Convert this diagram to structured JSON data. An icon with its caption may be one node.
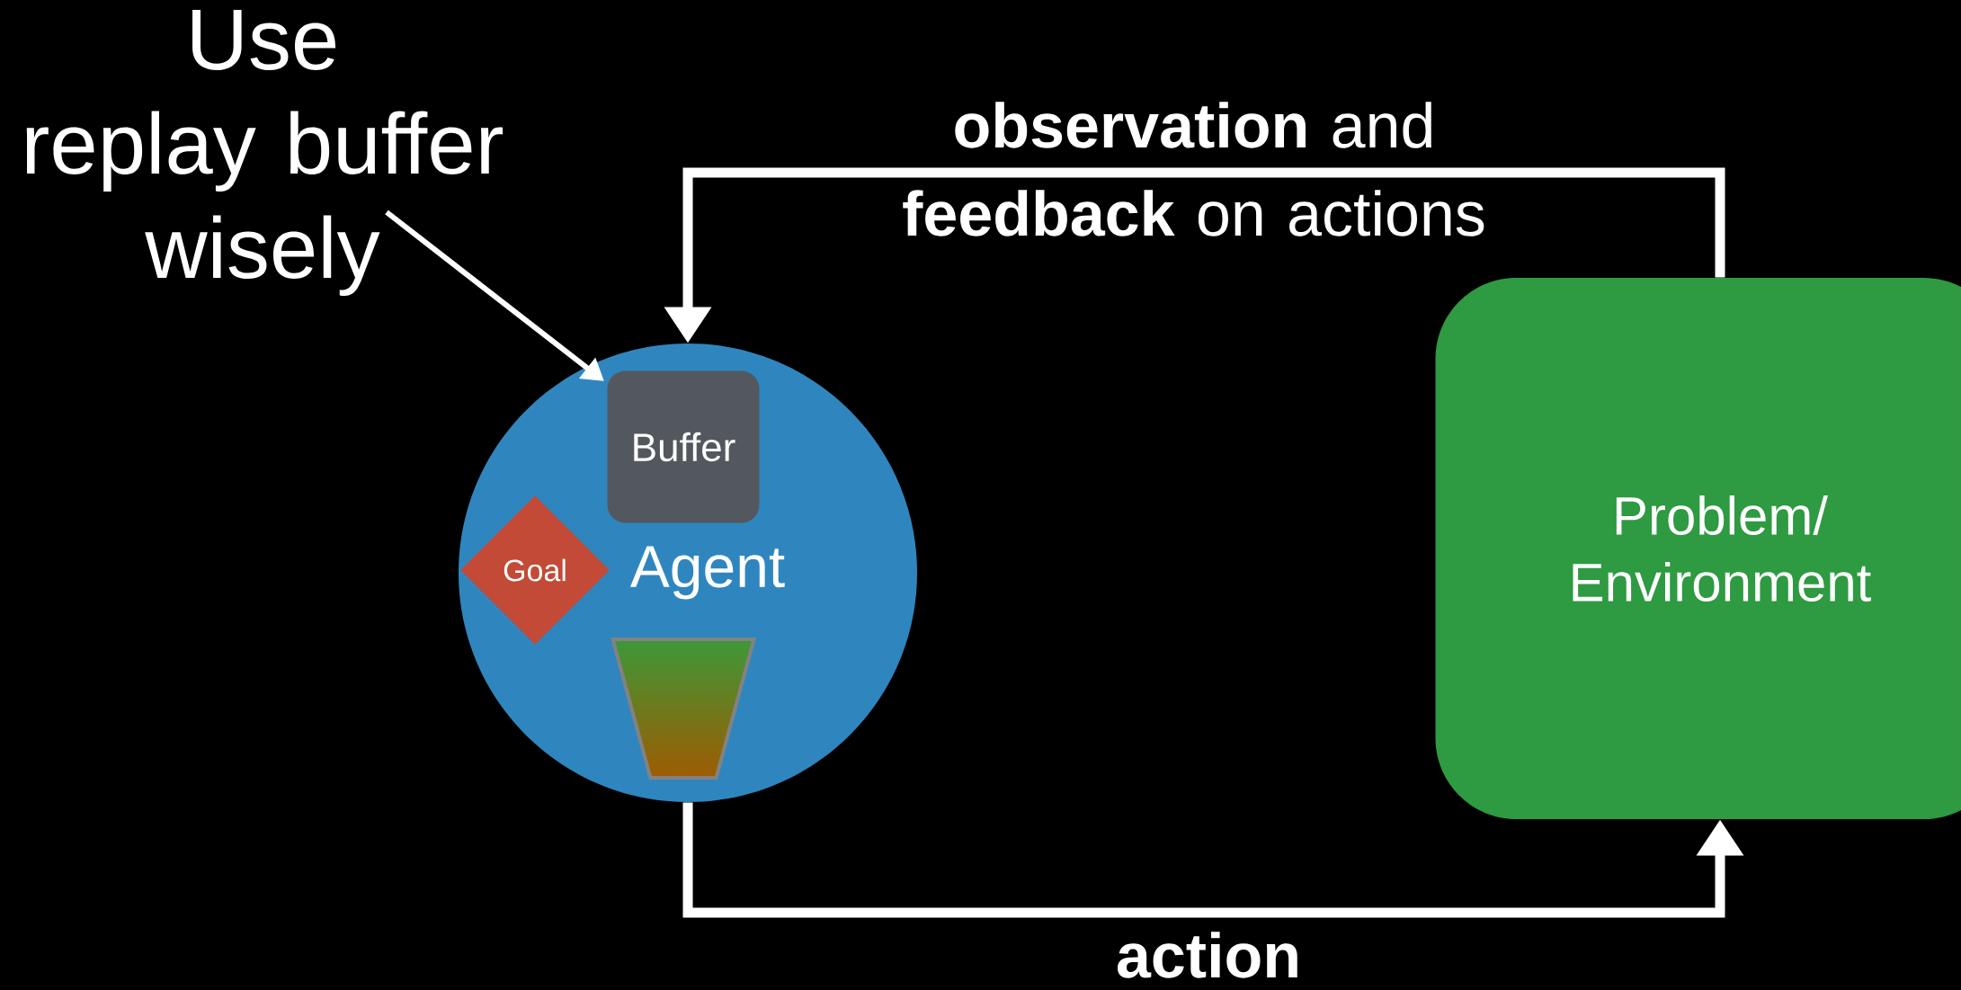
{
  "diagram": {
    "nodes": [
      {
        "text": [
          "Use replay buffer wisely"
        ]
      },
      {
        "text": [
          "Agent"
        ]
      },
      {
        "text": [
          "Buffer"
        ],
        "in": 1
      },
      {
        "text": [
          "Goal"
        ],
        "in": 1
      },
      {
        "text": [],
        "shape": "trapezoid",
        "in": 1
      },
      {
        "text": [
          "Problem/ Environment"
        ]
      }
    ],
    "edges": [
      {
        "from": 0,
        "to": 2,
        "arrow": "to"
      },
      {
        "from": 5,
        "to": 1,
        "arrow": "to",
        "label": "**observation** and **feedback** on actions"
      },
      {
        "from": 1,
        "to": 5,
        "arrow": "to",
        "label": "**action**"
      }
    ]
  }
}
